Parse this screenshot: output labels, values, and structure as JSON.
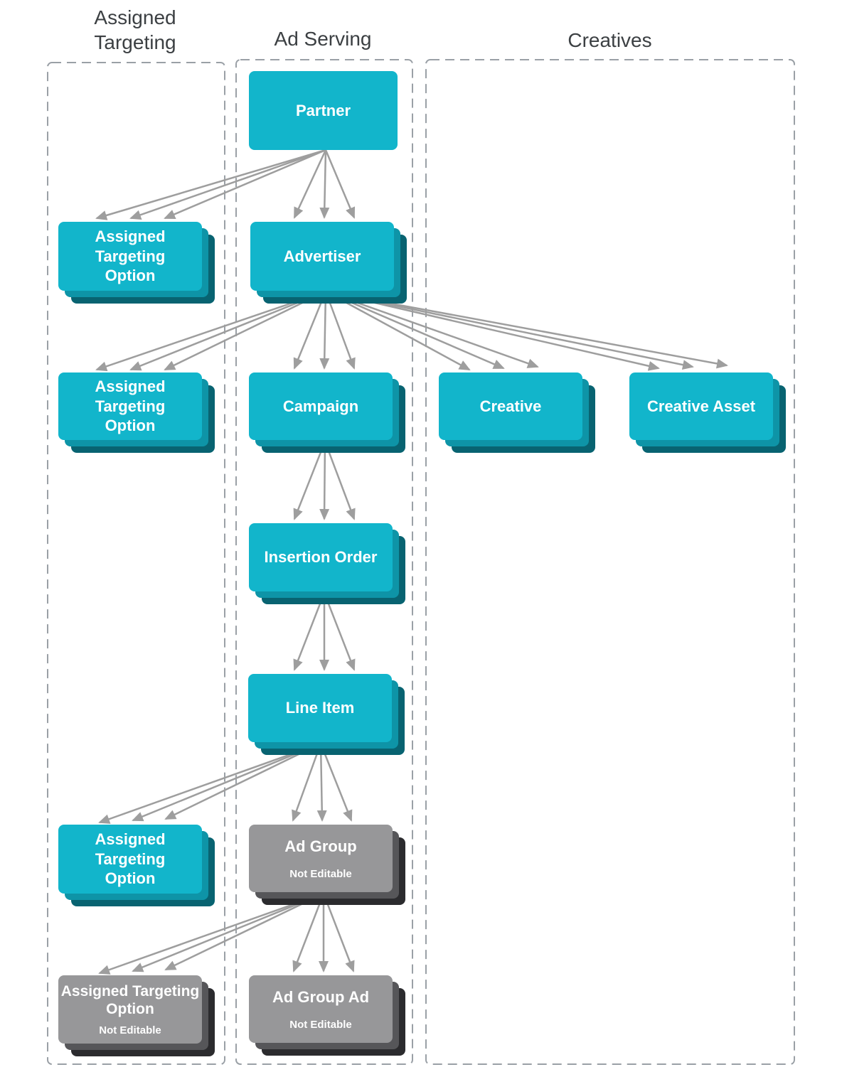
{
  "columns": [
    {
      "id": "assigned-targeting",
      "title": "Assigned Targeting"
    },
    {
      "id": "ad-serving",
      "title": "Ad Serving"
    },
    {
      "id": "creatives",
      "title": "Creatives"
    }
  ],
  "nodes": {
    "partner": {
      "label": "Partner"
    },
    "advertiser": {
      "label": "Advertiser"
    },
    "ato_partner": {
      "label": "Assigned Targeting Option"
    },
    "ato_advertiser": {
      "label": "Assigned Targeting Option"
    },
    "campaign": {
      "label": "Campaign"
    },
    "creative": {
      "label": "Creative"
    },
    "creative_asset": {
      "label": "Creative Asset"
    },
    "insertion_order": {
      "label": "Insertion Order"
    },
    "line_item": {
      "label": "Line Item"
    },
    "ato_line_item": {
      "label": "Assigned Targeting Option"
    },
    "ad_group": {
      "label": "Ad Group",
      "sublabel": "Not Editable"
    },
    "ato_ad_group": {
      "label": "Assigned Targeting Option",
      "sublabel": "Not Editable"
    },
    "ad_group_ad": {
      "label": "Ad Group Ad",
      "sublabel": "Not Editable"
    }
  },
  "colors": {
    "node_fill": "#12b5cb",
    "node_stack_mid": "#0e94a7",
    "node_stack_back": "#086371",
    "node_disabled_fill": "#979799",
    "node_disabled_stack_mid": "#565659",
    "node_disabled_stack_back": "#2b2b2e",
    "arrow": "#9e9e9e",
    "frame_border": "#9aa0a6",
    "title_text": "#3c4043",
    "label_text": "#ffffff"
  }
}
